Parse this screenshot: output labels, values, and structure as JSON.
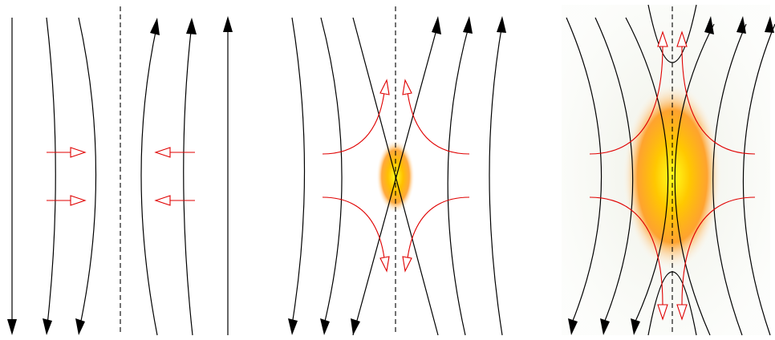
{
  "diagram": {
    "panels": [
      {
        "id": "panel-1"
      },
      {
        "id": "panel-2"
      },
      {
        "id": "panel-3"
      }
    ],
    "colors": {
      "field_line": "#000000",
      "flow_arrow": "#e00000",
      "hot_core": "#ffff00",
      "hot_mid": "#ffa500",
      "hot_edge": "#ff8c00",
      "background_tint": "#f4f6f0"
    }
  }
}
